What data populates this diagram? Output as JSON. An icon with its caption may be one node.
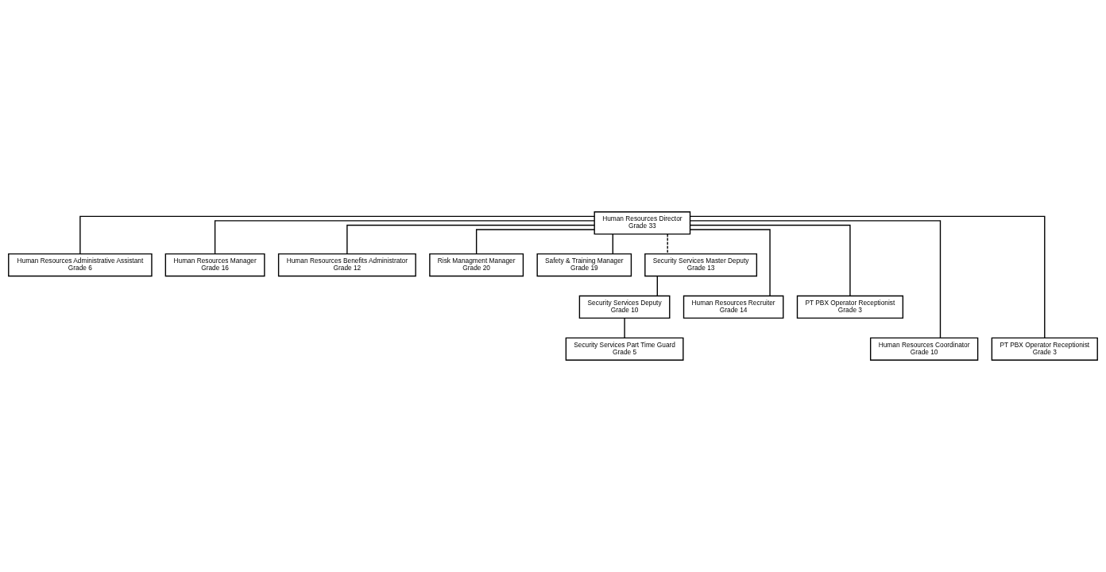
{
  "diagram": {
    "nodes": [
      {
        "text": [
          "Human Resources Director",
          "Grade 33"
        ]
      },
      {
        "text": [
          "Human Resources Administrative Assistant",
          "Grade 6"
        ]
      },
      {
        "text": [
          "Human Resources Manager",
          "Grade 16"
        ]
      },
      {
        "text": [
          "Human Resources Benefits Administrator",
          "Grade 12"
        ]
      },
      {
        "text": [
          "Risk Managment Manager",
          "Grade 20"
        ]
      },
      {
        "text": [
          "Safety & Training Manager",
          "Grade 19"
        ]
      },
      {
        "text": [
          "Security Services Master Deputy",
          "Grade 13"
        ]
      },
      {
        "text": [
          "Human Resources Recruiter",
          "Grade 14"
        ]
      },
      {
        "text": [
          "PT PBX Operator Receptionist",
          "Grade 3"
        ]
      },
      {
        "text": [
          "Security Services Deputy",
          "Grade 10"
        ]
      },
      {
        "text": [
          "Human Resources Coordinator",
          "Grade 10"
        ]
      },
      {
        "text": [
          "PT PBX Operator Receptionist",
          "Grade 3"
        ]
      },
      {
        "text": [
          "Security Services Part Time Guard",
          "Grade 5"
        ]
      }
    ],
    "edges": [
      {
        "from": 0,
        "to": 1,
        "arrow": "none"
      },
      {
        "from": 0,
        "to": 6,
        "arrow": "none",
        "style": "dashed"
      },
      {
        "from": 0,
        "to": 2,
        "arrow": "none"
      },
      {
        "from": 0,
        "to": 3,
        "arrow": "none"
      },
      {
        "from": 0,
        "to": 4,
        "arrow": "none"
      },
      {
        "from": 0,
        "to": 5,
        "arrow": "none"
      },
      {
        "from": 0,
        "to": 7,
        "arrow": "none"
      },
      {
        "from": 0,
        "to": 8,
        "arrow": "none"
      },
      {
        "from": 0,
        "to": 10,
        "arrow": "none"
      },
      {
        "from": 0,
        "to": 11,
        "arrow": "none"
      },
      {
        "from": 6,
        "to": 9,
        "arrow": "none"
      },
      {
        "from": 9,
        "to": 12,
        "arrow": "none"
      }
    ]
  }
}
